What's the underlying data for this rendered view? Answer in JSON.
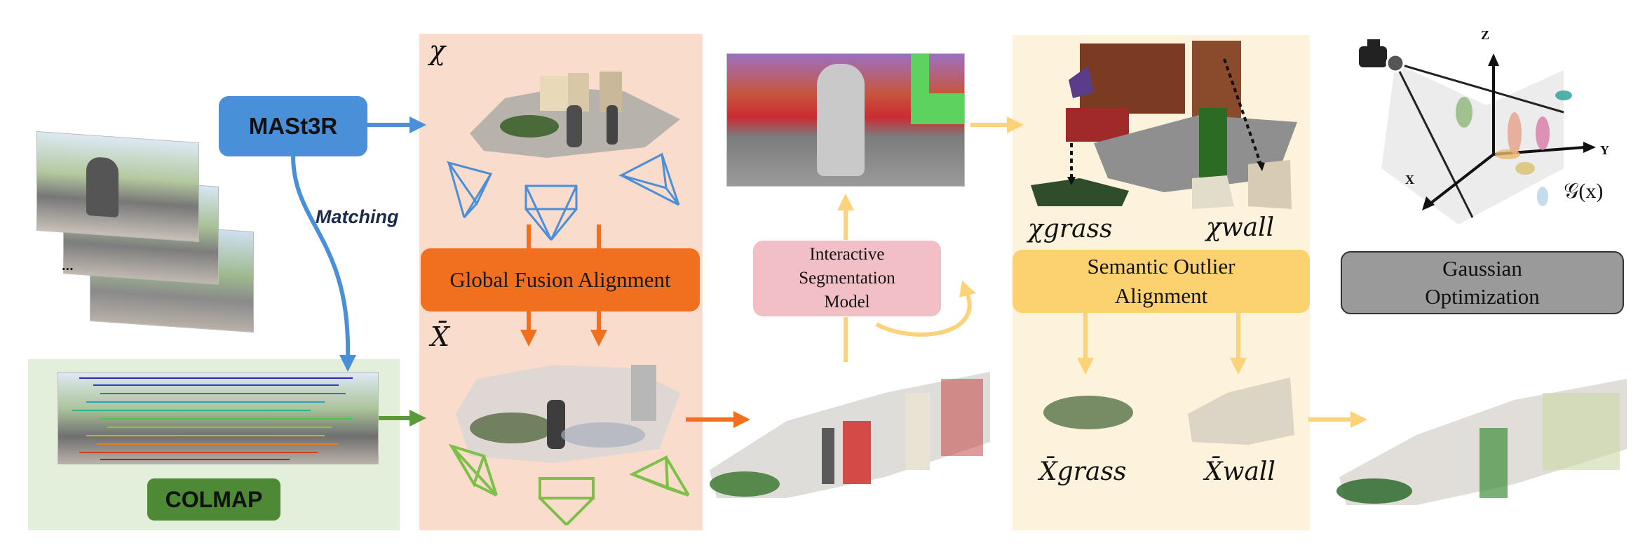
{
  "colors": {
    "mast3r_blue": "#4a90d9",
    "colmap_green": "#4e8a35",
    "colmap_panel": "#e4efdb",
    "fusion_panel": "#fadccc",
    "fusion_orange": "#f07020",
    "semantic_panel": "#fdf2dc",
    "semantic_yellow": "#fcd270",
    "interactive_pink": "#f2bfc6",
    "gauss_gray": "#9a9a9a",
    "arrow_yellow": "#fcd27a",
    "arrow_blue": "#4a90d9",
    "arrow_green": "#5a9a38",
    "arrow_orange": "#f07020"
  },
  "labels": {
    "mast3r": "MASt3R",
    "matching": "Matching",
    "colmap": "COLMAP",
    "ellipsis": "...",
    "global_fusion": "Global Fusion Alignment",
    "interactive_segmentation": "Interactive\nSegmentation\nModel",
    "semantic_outlier": "Semantic Outlier\nAlignment",
    "gaussian_optimization": "Gaussian\nOptimization"
  },
  "math": {
    "chi": "χ",
    "x_bar": "X̄",
    "chi_grass": "χgrass",
    "chi_wall": "χwall",
    "x_bar_grass": "X̄grass",
    "x_bar_wall": "X̄wall",
    "gaussian_fn": "𝒢(x)"
  },
  "axes": {
    "z": "Z",
    "y": "Y",
    "x": "X"
  }
}
